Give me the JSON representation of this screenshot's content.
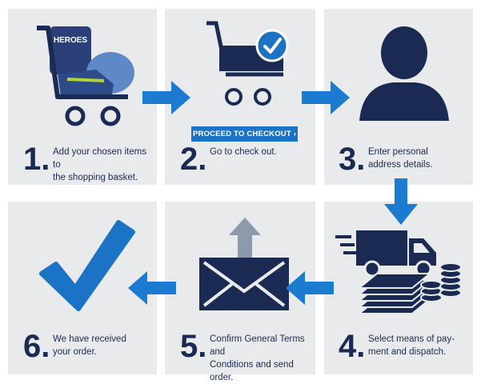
{
  "steps": [
    {
      "number": "1.",
      "text": "Add your chosen items to\nthe shopping basket."
    },
    {
      "number": "2.",
      "text": "Go to check out."
    },
    {
      "number": "3.",
      "text": "Enter personal\naddress details."
    },
    {
      "number": "4.",
      "text": "Select means of pay-\nment and dispatch."
    },
    {
      "number": "5.",
      "text": "Confirm General Terms and\nConditions and send order."
    },
    {
      "number": "6.",
      "text": "We have received\nyour order."
    }
  ],
  "checkout_button": {
    "label": "PROCEED TO CHECKOUT ›"
  },
  "product_print": "HEROES",
  "colors": {
    "panel": "#e9eaec",
    "navy": "#1b2a52",
    "blue": "#1b73c5",
    "arrow": "#1a7bd0"
  }
}
